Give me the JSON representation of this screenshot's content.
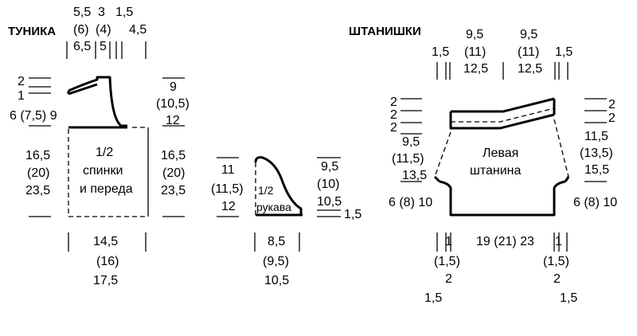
{
  "tunic": {
    "title": "ТУНИКА",
    "top": {
      "a": "5,5",
      "b": "(6)",
      "c": "6,5",
      "d": "3",
      "e": "(4)",
      "f": "5",
      "g": "1,5",
      "h": "4,5"
    },
    "left": {
      "t2": "2",
      "t1": "1",
      "neck": "6 (7,5) 9",
      "b1": "16,5",
      "b2": "(20)",
      "b3": "23,5"
    },
    "right": {
      "a1": "9",
      "a2": "(10,5)",
      "a3": "12",
      "b1": "16,5",
      "b2": "(20)",
      "b3": "23,5"
    },
    "center": {
      "l1": "1/2",
      "l2": "спинки",
      "l3": "и переда"
    },
    "bottom": {
      "w1": "14,5",
      "w2": "(16)",
      "w3": "17,5"
    }
  },
  "sleeve": {
    "label1": "1/2",
    "label2": "рукава",
    "left": {
      "a": "11",
      "b": "(11,5)",
      "c": "12"
    },
    "right": {
      "a": "9,5",
      "b": "(10)",
      "c": "10,5",
      "d": "1,5"
    },
    "bottom": {
      "a": "8,5",
      "b": "(9,5)",
      "c": "10,5"
    }
  },
  "pants": {
    "title": "ШТАНИШКИ",
    "top": {
      "l_a": "1,5",
      "l_b": "9,5",
      "l_c": "(11)",
      "l_d": "12,5",
      "r_a": "9,5",
      "r_b": "(11)",
      "r_c": "12,5",
      "r_d": "1,5"
    },
    "left": {
      "a": "2",
      "b": "2",
      "c": "2",
      "d": "9,5",
      "e": "(11,5)",
      "f": "13,5",
      "g": "6 (8) 10"
    },
    "right": {
      "a": "2",
      "b": "2",
      "c": "11,5",
      "d": "(13,5)",
      "e": "15,5",
      "f": "6 (8) 10"
    },
    "center": {
      "l1": "Левая",
      "l2": "штанина"
    },
    "bottom": {
      "mid": "19 (21) 23",
      "left": {
        "a": "1",
        "b": "(1,5)",
        "c": "2",
        "d": "1,5"
      },
      "right": {
        "a": "1",
        "b": "(1,5)",
        "c": "2",
        "d": "1,5"
      }
    }
  }
}
